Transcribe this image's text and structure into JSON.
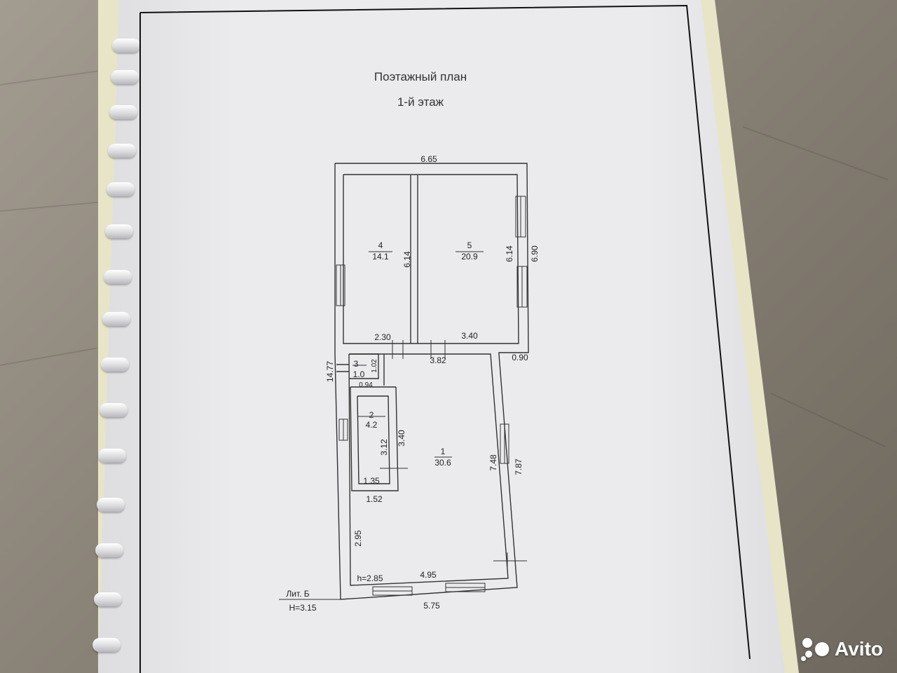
{
  "sheet": {
    "title": "Поэтажный план",
    "subtitle": "1-й этаж"
  },
  "rooms": [
    {
      "number": "4",
      "area": "14.1"
    },
    {
      "number": "5",
      "area": "20.9"
    },
    {
      "number": "3",
      "area": "1.0"
    },
    {
      "number": "2",
      "area": "4.2"
    },
    {
      "number": "1",
      "area": "30.6"
    }
  ],
  "dimensions": {
    "top_width": "6.65",
    "room4_height": "6.14",
    "room5_height": "6.14",
    "right_upper": "6.90",
    "room4_width": "2.30",
    "room5_width": "3.40",
    "corridor_width": "3.82",
    "right_offset": "0.90",
    "left_total": "14.77",
    "room3_height": "1.02",
    "room3_width": "0.94",
    "room2_outer": "3.40",
    "room2_inner": "3.12",
    "room2_width": "1.35",
    "room2_outer_width": "1.52",
    "room1_inner": "7.48",
    "room1_outer": "7.87",
    "left_lower": "2.95",
    "room1_width": "4.95",
    "bottom_width": "5.75"
  },
  "notes": {
    "ceiling": "h=2.85",
    "letter": "Лит. Б",
    "height": "H=3.15"
  },
  "watermark": {
    "brand": "Avito"
  }
}
